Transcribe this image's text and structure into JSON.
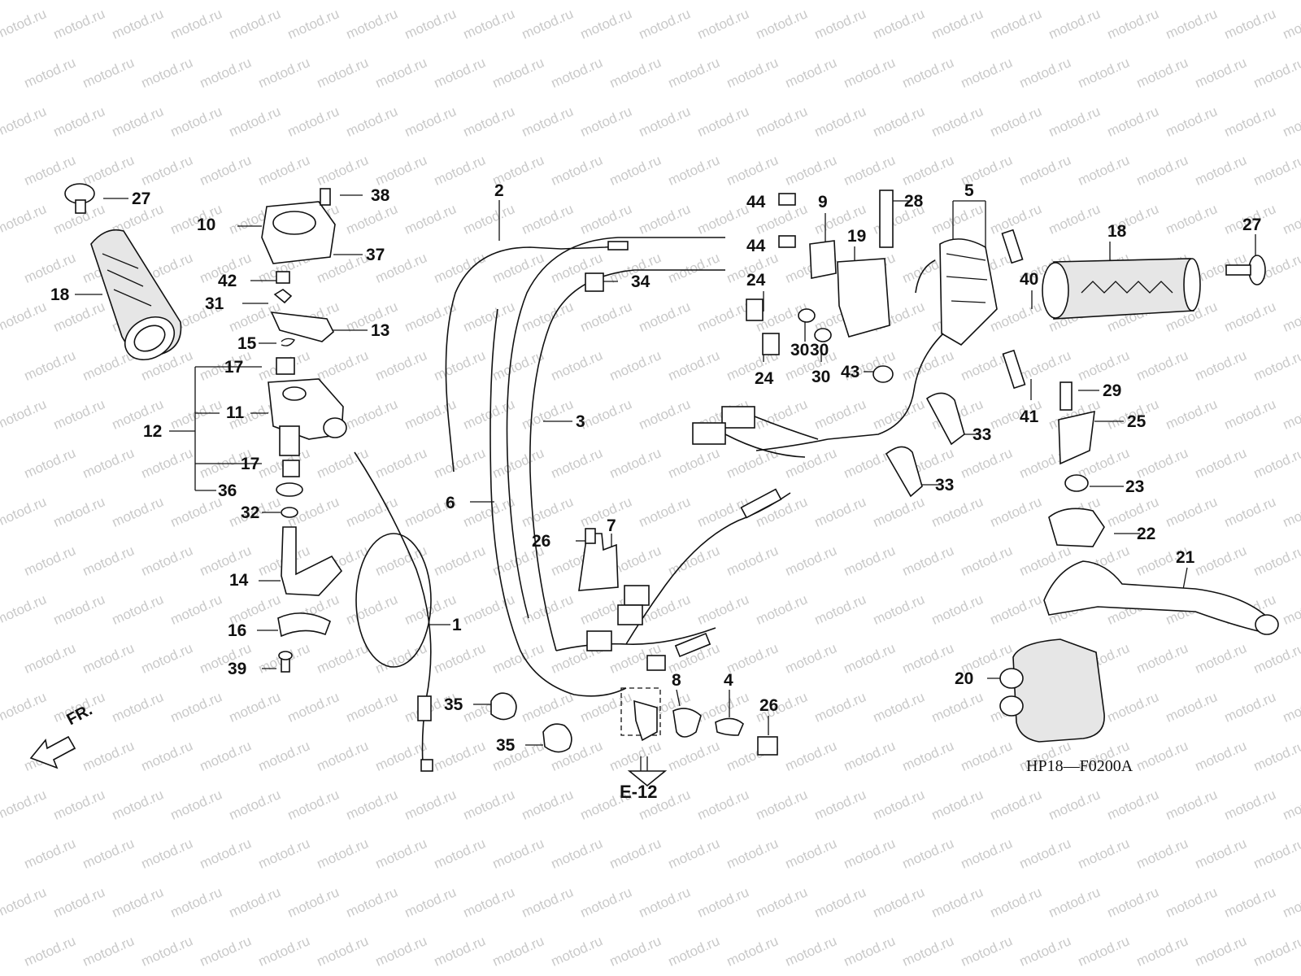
{
  "diagram": {
    "watermark": "motod.ru",
    "drawing_code": "HP18—F0200A",
    "section_reference": "E-12",
    "direction_marker": "FR.",
    "callouts": [
      {
        "id": "1",
        "label": "1"
      },
      {
        "id": "2",
        "label": "2"
      },
      {
        "id": "3",
        "label": "3"
      },
      {
        "id": "4",
        "label": "4"
      },
      {
        "id": "5",
        "label": "5"
      },
      {
        "id": "6",
        "label": "6"
      },
      {
        "id": "7",
        "label": "7"
      },
      {
        "id": "8",
        "label": "8"
      },
      {
        "id": "9",
        "label": "9"
      },
      {
        "id": "10",
        "label": "10"
      },
      {
        "id": "11",
        "label": "11"
      },
      {
        "id": "12",
        "label": "12"
      },
      {
        "id": "13",
        "label": "13"
      },
      {
        "id": "14",
        "label": "14"
      },
      {
        "id": "15",
        "label": "15"
      },
      {
        "id": "16",
        "label": "16"
      },
      {
        "id": "17a",
        "label": "17"
      },
      {
        "id": "17b",
        "label": "17"
      },
      {
        "id": "18a",
        "label": "18"
      },
      {
        "id": "18b",
        "label": "18"
      },
      {
        "id": "19",
        "label": "19"
      },
      {
        "id": "20",
        "label": "20"
      },
      {
        "id": "21",
        "label": "21"
      },
      {
        "id": "22",
        "label": "22"
      },
      {
        "id": "23",
        "label": "23"
      },
      {
        "id": "24a",
        "label": "24"
      },
      {
        "id": "24b",
        "label": "24"
      },
      {
        "id": "25",
        "label": "25"
      },
      {
        "id": "26a",
        "label": "26"
      },
      {
        "id": "26b",
        "label": "26"
      },
      {
        "id": "27a",
        "label": "27"
      },
      {
        "id": "27b",
        "label": "27"
      },
      {
        "id": "28",
        "label": "28"
      },
      {
        "id": "29",
        "label": "29"
      },
      {
        "id": "30a",
        "label": "30"
      },
      {
        "id": "30b",
        "label": "30"
      },
      {
        "id": "30c",
        "label": "30"
      },
      {
        "id": "31",
        "label": "31"
      },
      {
        "id": "32",
        "label": "32"
      },
      {
        "id": "33a",
        "label": "33"
      },
      {
        "id": "33b",
        "label": "33"
      },
      {
        "id": "34",
        "label": "34"
      },
      {
        "id": "35a",
        "label": "35"
      },
      {
        "id": "35b",
        "label": "35"
      },
      {
        "id": "36",
        "label": "36"
      },
      {
        "id": "37",
        "label": "37"
      },
      {
        "id": "38",
        "label": "38"
      },
      {
        "id": "39",
        "label": "39"
      },
      {
        "id": "40",
        "label": "40"
      },
      {
        "id": "41",
        "label": "41"
      },
      {
        "id": "42",
        "label": "42"
      },
      {
        "id": "43",
        "label": "43"
      },
      {
        "id": "44a",
        "label": "44"
      },
      {
        "id": "44b",
        "label": "44"
      }
    ]
  }
}
